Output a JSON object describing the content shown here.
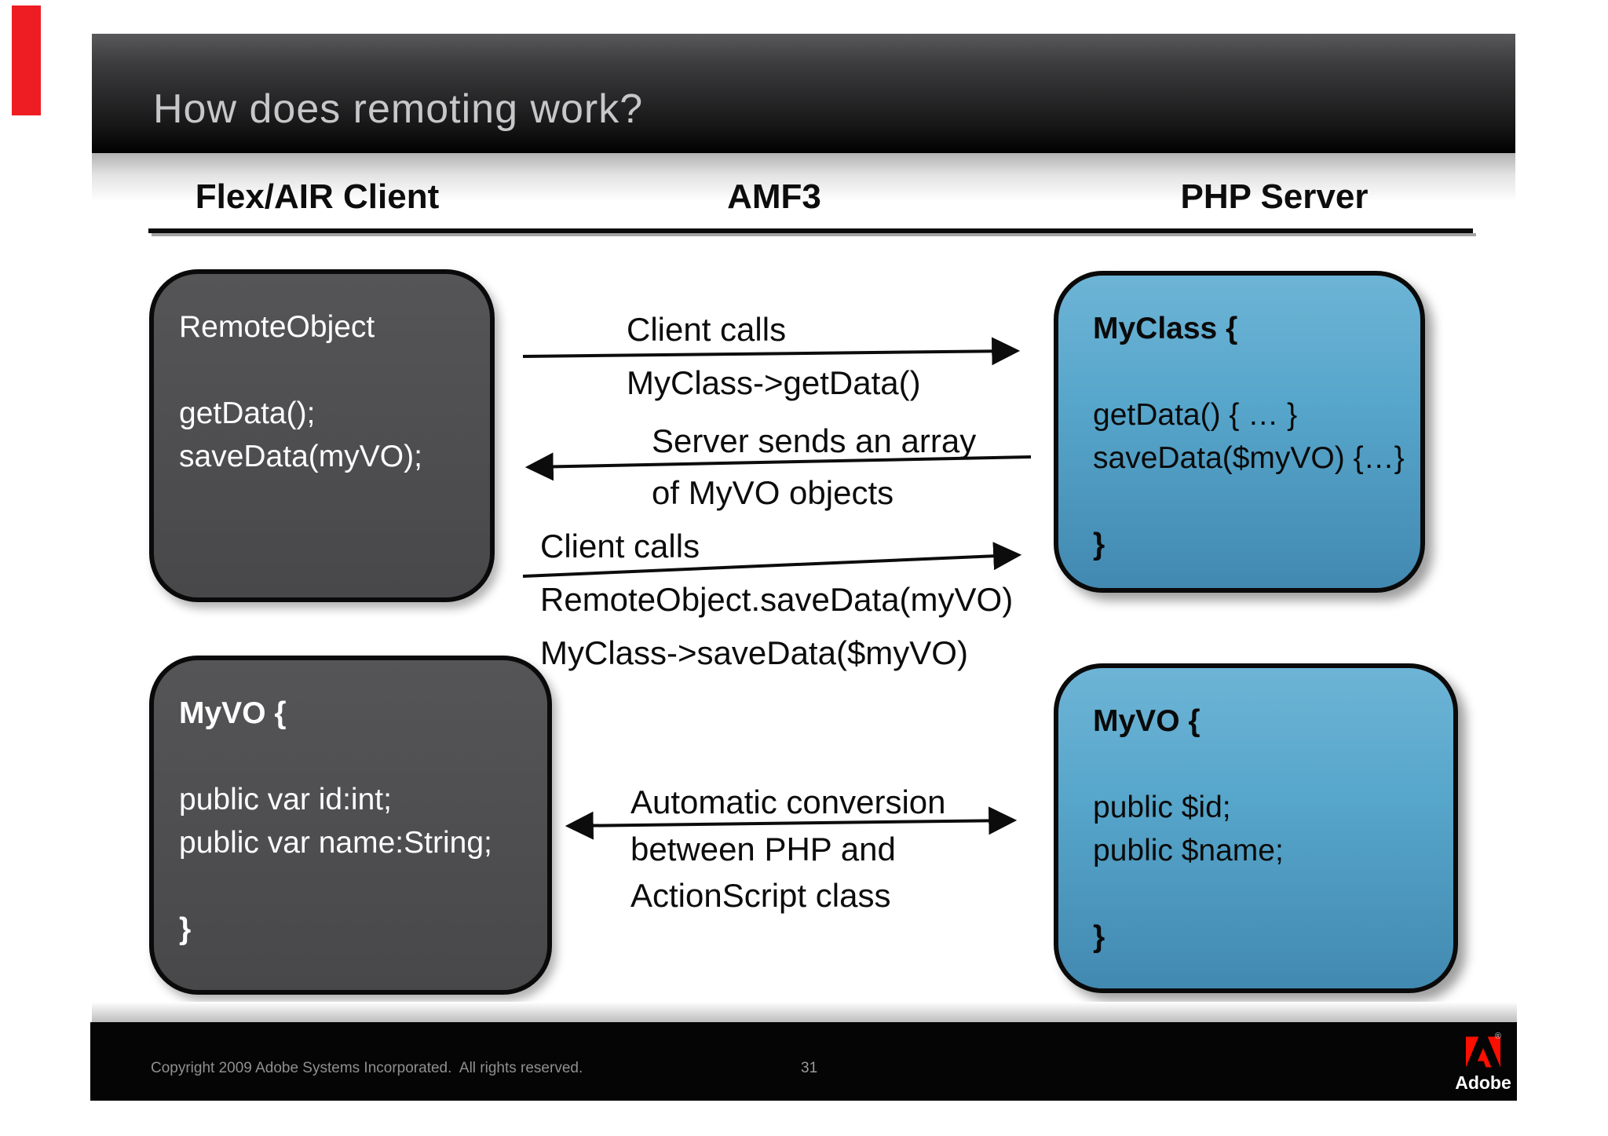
{
  "annotation": {
    "marker_color": "#ee1c23"
  },
  "slide": {
    "title": "How does remoting work?",
    "columns": [
      {
        "label": "Flex/AIR Client"
      },
      {
        "label": "AMF3"
      },
      {
        "label": "PHP Server"
      }
    ],
    "boxes": {
      "remote_object": {
        "lines": [
          {
            "t": "RemoteObject",
            "b": false
          },
          {
            "t": "",
            "b": false
          },
          {
            "t": "getData();",
            "b": false
          },
          {
            "t": "saveData(myVO);",
            "b": false
          }
        ]
      },
      "my_class": {
        "lines": [
          {
            "t": "MyClass {",
            "b": true
          },
          {
            "t": "",
            "b": false
          },
          {
            "t": "getData() { … }",
            "b": false
          },
          {
            "t": "saveData($myVO) {…}",
            "b": false
          },
          {
            "t": "",
            "b": false
          },
          {
            "t": "}",
            "b": true
          }
        ]
      },
      "my_vo_as": {
        "lines": [
          {
            "t": "MyVO {",
            "b": true
          },
          {
            "t": "",
            "b": false
          },
          {
            "t": "public var id:int;",
            "b": false
          },
          {
            "t": "public var name:String;",
            "b": false
          },
          {
            "t": "",
            "b": false
          },
          {
            "t": "}",
            "b": true
          }
        ]
      },
      "my_vo_php": {
        "lines": [
          {
            "t": "MyVO {",
            "b": true
          },
          {
            "t": "",
            "b": false
          },
          {
            "t": "public $id;",
            "b": false
          },
          {
            "t": "public $name;",
            "b": false
          },
          {
            "t": "",
            "b": false
          },
          {
            "t": "}",
            "b": true
          }
        ]
      }
    },
    "arrows": [
      {
        "name": "client-calls-getdata",
        "direction": "right",
        "label_above": "Client calls",
        "label_below": "MyClass->getData()"
      },
      {
        "name": "server-sends-array",
        "direction": "left",
        "label_above": "Server sends an array",
        "label_below": "of MyVO objects"
      },
      {
        "name": "client-calls-savedata",
        "direction": "right",
        "label_above": "Client calls",
        "label_below": "RemoteObject.saveData(myVO)",
        "label_below2": "MyClass->saveData($myVO)"
      },
      {
        "name": "automatic-conversion",
        "direction": "both",
        "label_above": "Automatic conversion",
        "label_below": "between PHP and",
        "label_below2": "ActionScript class"
      }
    ],
    "footer": {
      "copyright": "Copyright 2009 Adobe Systems Incorporated.  All rights reserved.",
      "page_number": "31",
      "logo_text": "Adobe",
      "registered_mark": "®"
    },
    "colors": {
      "box_dark": "#4e4e50",
      "box_blue": "#57a7cd",
      "marker_red": "#ee1c23",
      "logo_red": "#fa0f00",
      "footer_black": "#050505"
    }
  }
}
